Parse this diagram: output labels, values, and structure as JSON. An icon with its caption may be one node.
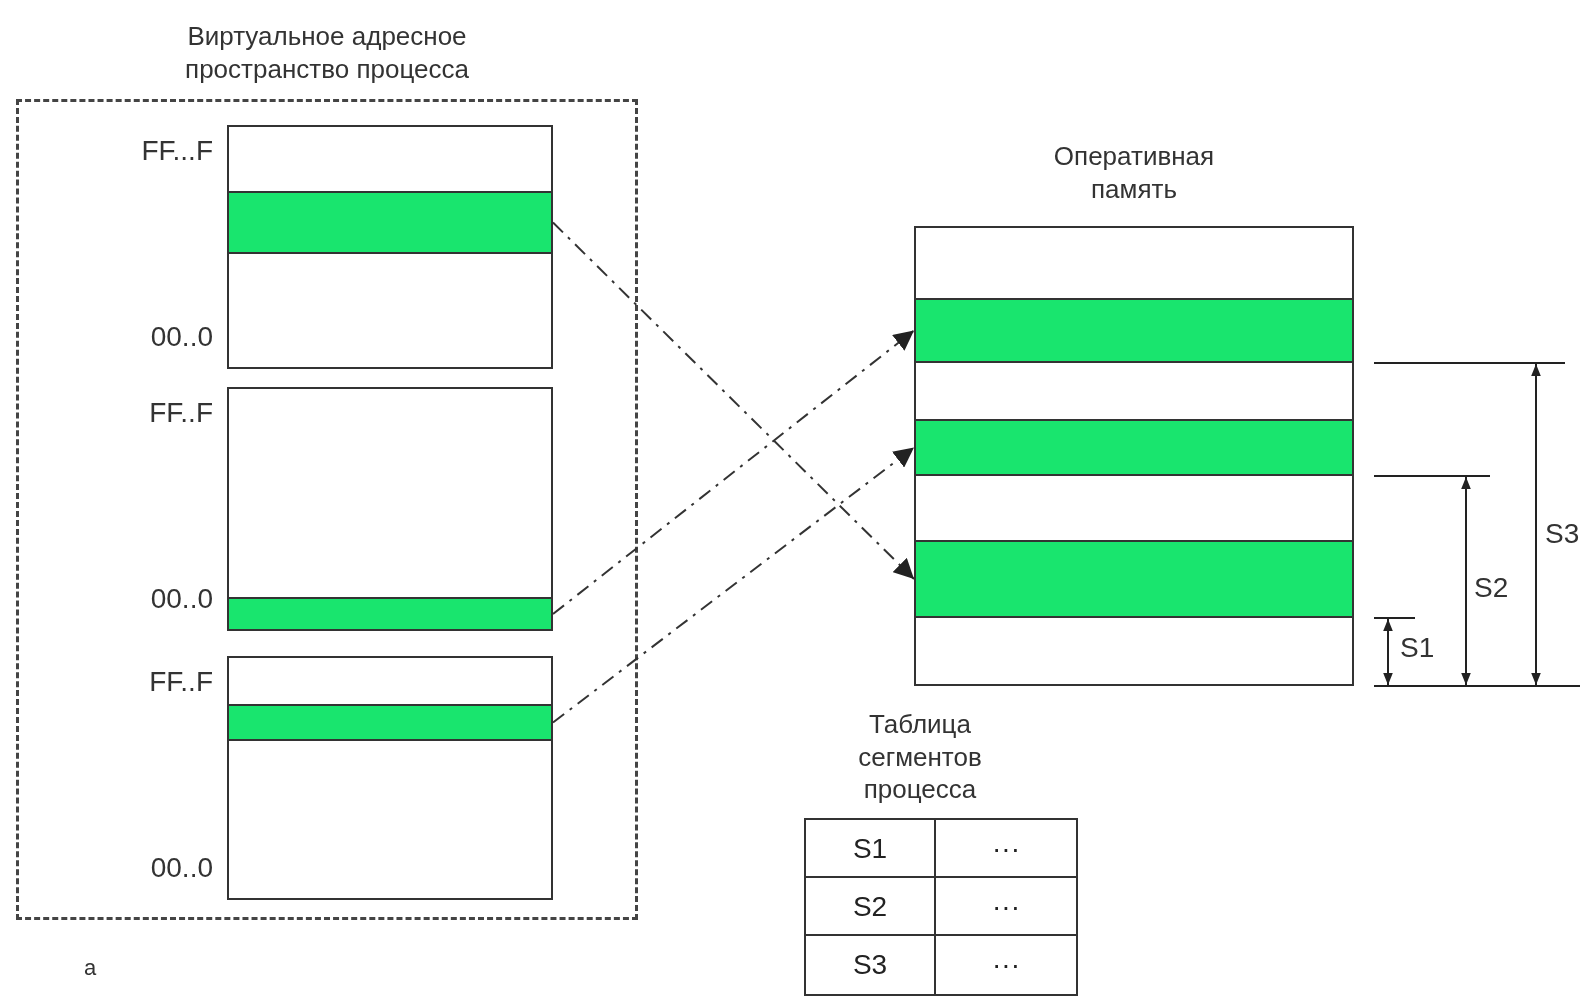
{
  "diagram": {
    "nodes": [
      {
        "text": [
          "Виртуальное адресное пространство процесса"
        ]
      },
      {
        "text": [],
        "shape": "box",
        "in": 0,
        "beside": [
          "FF...F",
          "00..0"
        ]
      },
      {
        "text": [],
        "shape": "bar",
        "in": 1
      },
      {
        "text": [],
        "shape": "box",
        "in": 0,
        "beside": [
          "FF..F",
          "00..0"
        ]
      },
      {
        "text": [],
        "shape": "bar",
        "in": 3
      },
      {
        "text": [],
        "shape": "box",
        "in": 0,
        "beside": [
          "FF..F",
          "00..0"
        ]
      },
      {
        "text": [],
        "shape": "bar",
        "in": 5
      },
      {
        "text": [
          "Оперативная память"
        ]
      },
      {
        "text": [],
        "shape": "bar",
        "in": 7
      },
      {
        "text": [],
        "shape": "bar",
        "in": 7
      },
      {
        "text": [],
        "shape": "bar",
        "in": 7
      }
    ],
    "edges": [
      {
        "from": 2,
        "to": 10,
        "arrow": "to",
        "style": "dashed"
      },
      {
        "from": 4,
        "to": 8,
        "arrow": "to",
        "style": "dashed"
      },
      {
        "from": 6,
        "to": 9,
        "arrow": "to",
        "style": "dashed"
      }
    ],
    "labels": [
      "S3",
      "S2",
      "S1",
      "Таблица сегментов процесса",
      "S1",
      "···",
      "S2",
      "···",
      "S3",
      "···",
      "а"
    ]
  }
}
